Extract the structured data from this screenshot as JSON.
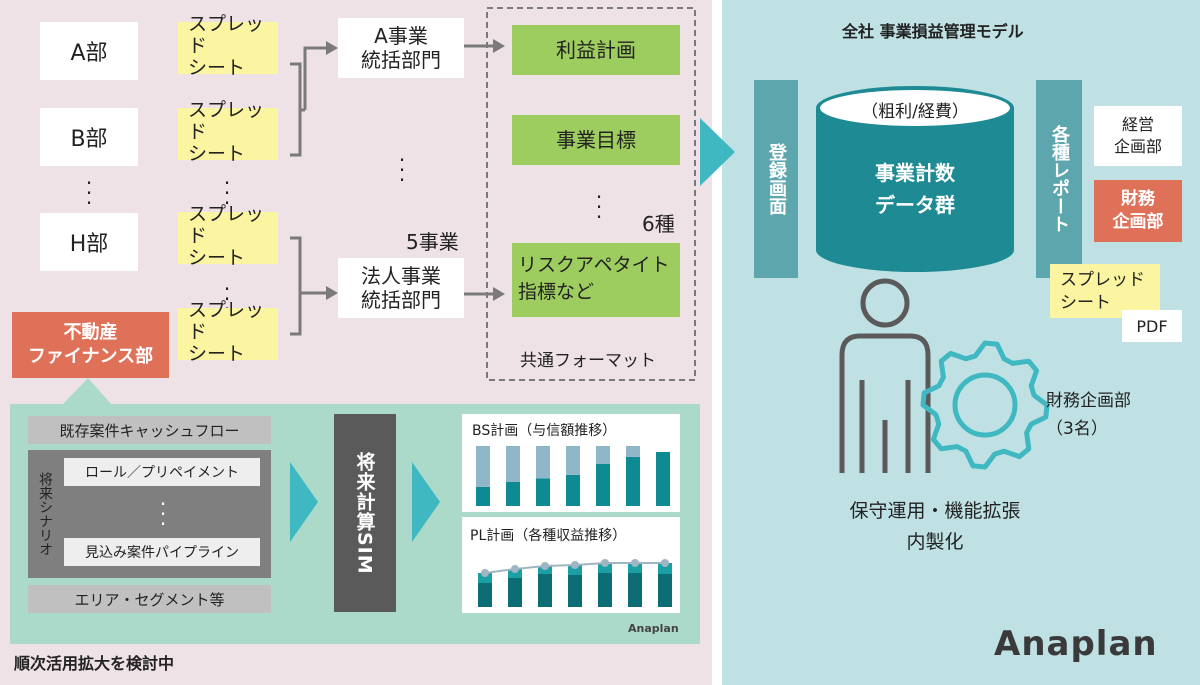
{
  "departments": [
    "A部",
    "B部",
    "H部"
  ],
  "sheets": [
    {
      "line1": "スプレッド",
      "line2": "シート"
    },
    {
      "line1": "スプレッド",
      "line2": "シート"
    },
    {
      "line1": "スプレッド",
      "line2": "シート"
    },
    {
      "line1": "スプレッド",
      "line2": "シート"
    }
  ],
  "units": [
    {
      "line1": "A事業",
      "line2": "統括部門"
    },
    {
      "line1": "法人事業",
      "line2": "統括部門"
    }
  ],
  "five_business": "5事業",
  "formats": [
    "利益計画",
    "事業目標",
    "リスクアペタイト\n指標など"
  ],
  "six_types": "6種",
  "common_format": "共通フォーマット",
  "fudosan": {
    "line1": "不動産",
    "line2": "ファイナンス部"
  },
  "sim": {
    "existing_cf": "既存案件キャッシュフロー",
    "future_scenario": "将来シナリオ",
    "roll_prepay": "ロール／プリペイメント",
    "pipeline": "見込み案件パイプライン",
    "area_segment": "エリア・セグメント等",
    "sim_label": "将来計算SIM",
    "bs_title": "BS計画（与信額推移）",
    "pl_title": "PL計画（各種収益推移）",
    "logo_small": "Anaplan"
  },
  "footer_left": "順次活用拡大を検討中",
  "right": {
    "title": "全社 事業損益管理モデル",
    "register": "登録画面",
    "cyl_top": "（粗利/経費）",
    "cyl_main_1": "事業計数",
    "cyl_main_2": "データ群",
    "reports": "各種レポート",
    "keiei_1": "経営",
    "keiei_2": "企画部",
    "zaimu_1": "財務",
    "zaimu_2": "企画部",
    "sheet_1": "スプレッド",
    "sheet_2": "シート",
    "pdf": "PDF",
    "zaimu_team_1": "財務企画部",
    "zaimu_team_2": "（3名）",
    "maintenance_1": "保守運用・機能拡張",
    "maintenance_2": "内製化",
    "logo": "Anaplan"
  },
  "colors": {
    "pink_bg": "#eee2e6",
    "teal_bg": "#bfe1e4",
    "sheet_yellow": "#fbf4a0",
    "format_green": "#9dcc5f",
    "orange": "#e07159",
    "teal_dark": "#1e8b94",
    "sim_panel": "#abdacb"
  },
  "chart_data": [
    {
      "type": "bar",
      "title": "BS計画（与信額推移）",
      "series": [
        {
          "values": [
            34,
            30,
            27,
            24,
            15,
            9,
            0
          ]
        },
        {
          "values": [
            16,
            20,
            23,
            26,
            35,
            41,
            45
          ]
        }
      ]
    },
    {
      "type": "bar",
      "title": "PL計画（各種収益推移）",
      "series": [
        {
          "values": [
            24,
            29,
            33,
            32,
            34,
            34,
            33
          ]
        },
        {
          "values": [
            10,
            9,
            8,
            10,
            10,
            10,
            11
          ]
        },
        {
          "values": [
            34,
            38,
            41,
            42,
            44,
            44,
            44
          ]
        }
      ]
    }
  ]
}
